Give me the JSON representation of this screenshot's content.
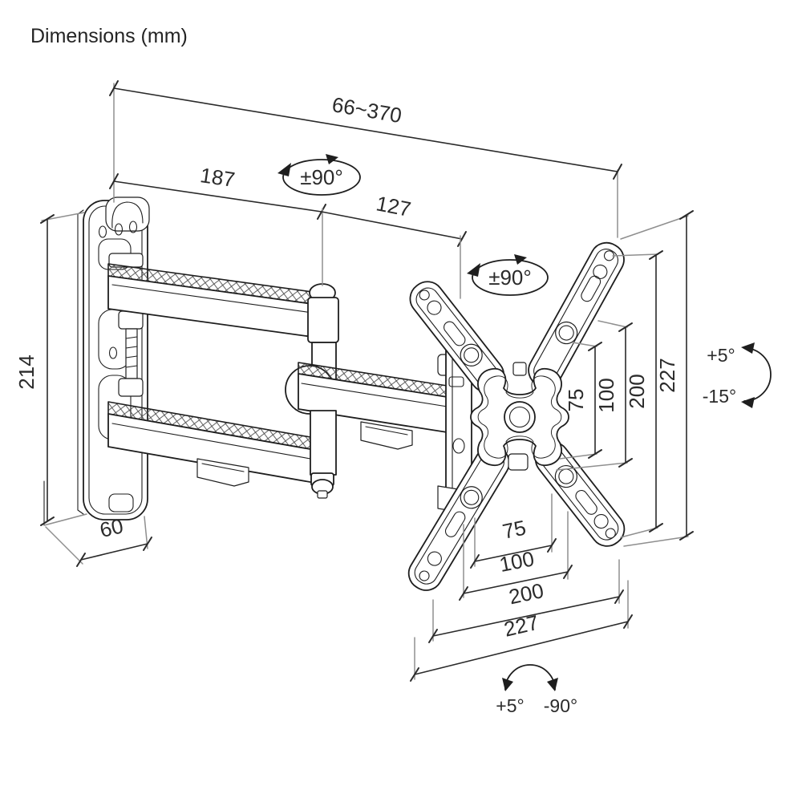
{
  "title": "Dimensions (mm)",
  "dimensions": {
    "extension_range": "66~370",
    "front_arm": "187",
    "rear_arm": "127",
    "wall_plate_height": "214",
    "wall_plate_width": "60",
    "vesa_vertical": [
      "75",
      "100",
      "200",
      "227"
    ],
    "vesa_horizontal": [
      "75",
      "100",
      "200",
      "227"
    ]
  },
  "angles": {
    "swivel_front": "±90°",
    "swivel_rear": "±90°",
    "tilt_up": "+5°",
    "tilt_down": "-15°",
    "rotate_up": "+5°",
    "rotate_down": "-90°"
  },
  "colors": {
    "background": "#ffffff",
    "line": "#1e1e1e",
    "extension_line": "#8f8f8f",
    "text": "#2b2b2b"
  }
}
